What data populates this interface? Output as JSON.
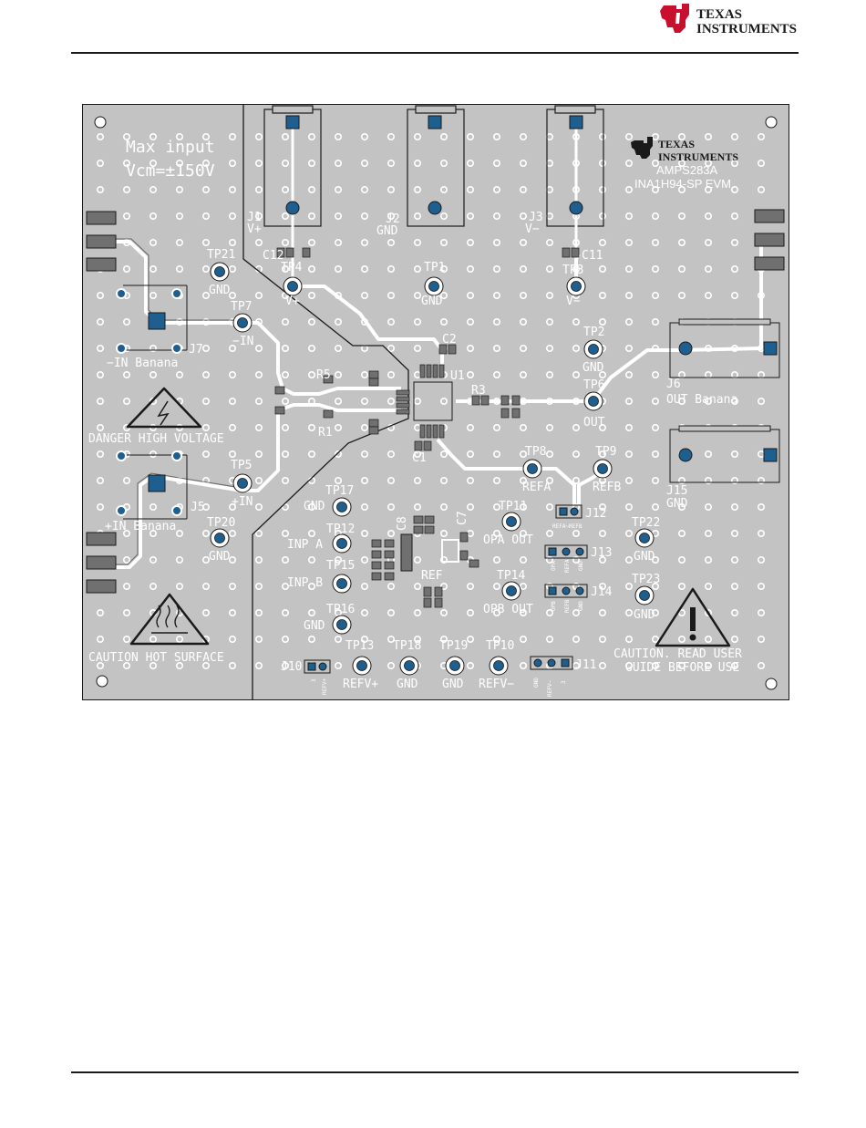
{
  "header": {
    "brand_line1": "TEXAS",
    "brand_line2": "INSTRUMENTS"
  },
  "board": {
    "note_line1": "Max input",
    "note_line2": "Vcm=±150V",
    "brand_line1": "TEXAS",
    "brand_line2": "INSTRUMENTS",
    "part_number": "AMPS283A",
    "board_name": "INA1H94-SP EVM",
    "danger_label": "DANGER HIGH VOLTAGE",
    "hot_label": "CAUTION HOT SURFACE",
    "caution_line1": "CAUTION.  READ USER",
    "caution_line2": "GUIDE BEFORE USE",
    "labels": {
      "j1": "J1",
      "j1_net": "V+",
      "j2": "J2",
      "j2_net": "GND",
      "j3": "J3",
      "j3_net": "V−",
      "c12": "C12",
      "c11": "C11",
      "tp4": "TP4",
      "tp4_net": "V+",
      "tp1": "TP1",
      "tp1_net": "GND",
      "tp3": "TP3",
      "tp3_net": "V−",
      "tp21": "TP21",
      "tp21_net": "GND",
      "tp7": "TP7",
      "tp7_net": "−IN",
      "j7": "J7",
      "j7_name": "−IN Banana",
      "c2": "C2",
      "u1": "U1",
      "r5": "R5",
      "r1": "R1",
      "r3": "R3",
      "c1": "C1",
      "tp2": "TP2",
      "tp2_net": "GND",
      "tp6": "TP6",
      "tp6_net": "OUT",
      "j6": "J6",
      "j6_name": "OUT Banana",
      "j15": "J15",
      "j15_net": "GND",
      "tp5": "TP5",
      "tp5_net": "+IN",
      "j5": "J5",
      "j5_name": "+IN Banana",
      "tp20": "TP20",
      "tp20_net": "GND",
      "tp17": "TP17",
      "tp17_net": "GND",
      "tp12": "TP12",
      "tp12_net": "INP A",
      "tp15": "TP15",
      "tp15_net": "INP B",
      "tp16": "TP16",
      "tp16_net": "GND",
      "c8": "C8",
      "c7": "C7",
      "ref": "REF",
      "tp8": "TP8",
      "tp8_net": "REFA",
      "tp9": "TP9",
      "tp9_net": "REFB",
      "tp11": "TP11",
      "tp11_net": "OPA OUT",
      "tp14": "TP14",
      "tp14_net": "OPB OUT",
      "j12": "J12",
      "j12_pins": "REFA~REFB",
      "j13": "J13",
      "j13_pin1": "OPA",
      "j13_pin2": "REFA",
      "j13_pin3": "GND",
      "j14": "J14",
      "j14_pin1": "OPB",
      "j14_pin2": "REFB",
      "j14_pin3": "GND",
      "tp22": "TP22",
      "tp22_net": "GND",
      "tp23": "TP23",
      "tp23_net": "GND",
      "j10": "J10",
      "j10_pin1": "3",
      "j10_pin2": "REFV+",
      "tp13": "TP13",
      "tp13_net": "REFV+",
      "tp18": "TP18",
      "tp18_net": "GND",
      "tp19": "TP19",
      "tp19_net": "GND",
      "tp10": "TP10",
      "tp10_net": "REFV−",
      "j11": "J11",
      "j11_pin1": "GND",
      "j11_pin2": "REFV−",
      "j11_pin3": "3"
    }
  },
  "colors": {
    "board": "#c3c3c3",
    "silk": "#ffffff",
    "pad": "#1f5f8f",
    "outline": "#1a1a1a",
    "brand": "#c8102e"
  }
}
